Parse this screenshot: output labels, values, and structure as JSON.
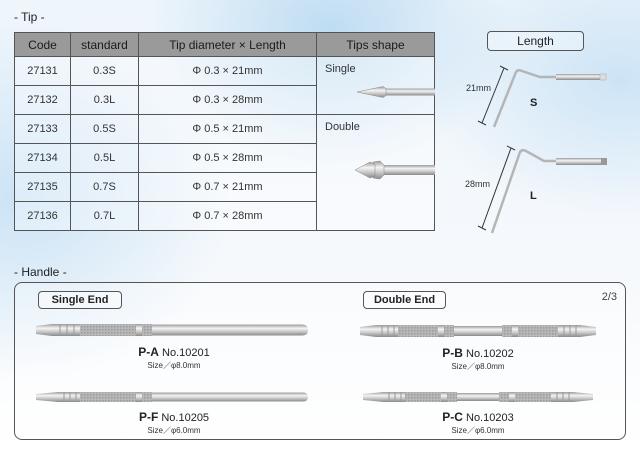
{
  "tip_section": {
    "title": "- Tip -",
    "table": {
      "headers": [
        "Code",
        "standard",
        "Tip diameter × Length",
        "Tips shape"
      ],
      "rows": [
        {
          "code": "27131",
          "standard": "0.3S",
          "size": "Φ 0.3 × 21mm"
        },
        {
          "code": "27132",
          "standard": "0.3L",
          "size": "Φ 0.3 × 28mm"
        },
        {
          "code": "27133",
          "standard": "0.5S",
          "size": "Φ 0.5 × 21mm"
        },
        {
          "code": "27134",
          "standard": "0.5L",
          "size": "Φ 0.5 × 28mm"
        },
        {
          "code": "27135",
          "standard": "0.7S",
          "size": "Φ 0.7 × 21mm"
        },
        {
          "code": "27136",
          "standard": "0.7L",
          "size": "Φ 0.7 × 28mm"
        }
      ],
      "shapes": [
        {
          "label": "Single",
          "icon": "single-cone-tip-icon"
        },
        {
          "label": "Double",
          "icon": "double-cone-tip-icon"
        }
      ]
    }
  },
  "length_panel": {
    "title": "Length",
    "items": [
      {
        "dimension": "21mm",
        "letter": "S"
      },
      {
        "dimension": "28mm",
        "letter": "L"
      }
    ]
  },
  "handle_section": {
    "title": "- Handle -",
    "page": "2/3",
    "groups": [
      {
        "label": "Single End",
        "items": [
          {
            "code": "P-A",
            "number": "No.10201",
            "size": "Size／φ8.0mm"
          },
          {
            "code": "P-F",
            "number": "No.10205",
            "size": "Size／φ6.0mm"
          }
        ]
      },
      {
        "label": "Double End",
        "items": [
          {
            "code": "P-B",
            "number": "No.10202",
            "size": "Size／φ8.0mm"
          },
          {
            "code": "P-C",
            "number": "No.10203",
            "size": "Size／φ6.0mm"
          }
        ]
      }
    ]
  }
}
